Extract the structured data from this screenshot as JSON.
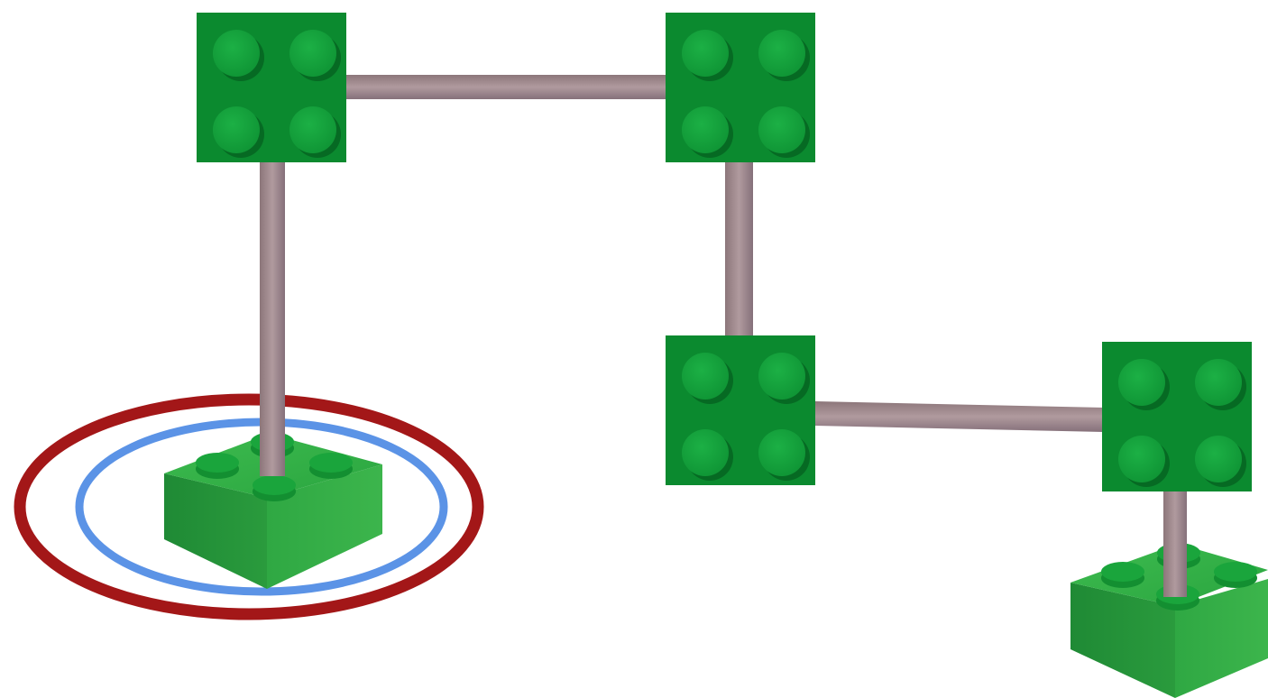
{
  "diagram": {
    "colors": {
      "background": "#ffffff",
      "brick_green": "#0b8a2f",
      "brick_green_dark": "#08732a",
      "stud_green": "#13a03b",
      "stud_shadow": "#066a23",
      "connector_rod": "#a08a8e",
      "outer_ring": "#a31718",
      "inner_ring": "#5b93e6"
    },
    "flat_bricks": [
      {
        "id": "brick-a",
        "studs": 4
      },
      {
        "id": "brick-b",
        "studs": 4
      },
      {
        "id": "brick-c",
        "studs": 4
      },
      {
        "id": "brick-d",
        "studs": 4
      }
    ],
    "isometric_bricks": [
      {
        "id": "iso-left",
        "highlighted": true
      },
      {
        "id": "iso-right",
        "highlighted": false
      }
    ],
    "connections": [
      {
        "from": "brick-a",
        "to": "brick-b"
      },
      {
        "from": "brick-a",
        "to": "iso-left"
      },
      {
        "from": "brick-b",
        "to": "brick-c"
      },
      {
        "from": "brick-c",
        "to": "brick-d"
      },
      {
        "from": "brick-d",
        "to": "iso-right"
      }
    ],
    "highlight": {
      "target": "iso-left",
      "rings": [
        "outer",
        "inner"
      ]
    }
  }
}
